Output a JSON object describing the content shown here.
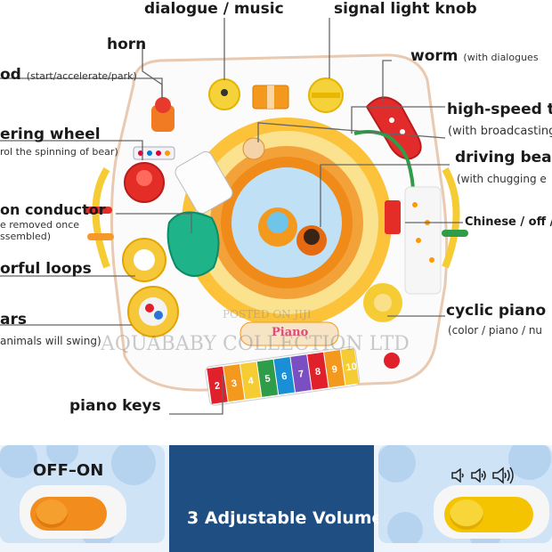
{
  "labels": {
    "dialogue_music": "dialogue / music",
    "signal_light_knob": "signal light knob",
    "horn": "horn",
    "worm": "worm",
    "worm_sub": "(with dialogues",
    "rod": "od",
    "rod_sub": "(start/accelerate/park)",
    "high_speed": "high-speed tra",
    "high_speed_sub": "(with broadcasting",
    "steering": "ering wheel",
    "steering_sub": "rol the spinning of bear)",
    "driving_bear": "driving bea",
    "driving_bear_sub": "(with chugging e",
    "conductor": "on conductor",
    "conductor_sub1": "e removed once",
    "conductor_sub2": "ssembled)",
    "language": "Chinese / off / E",
    "loops": "orful loops",
    "gears": "ars",
    "gears_sub": "animals will swing)",
    "cyclic_piano": "cyclic piano mo",
    "cyclic_piano_sub": "(color / piano / nu",
    "piano_keys": "piano keys"
  },
  "watermark": {
    "posted": "POSTED ON JIJI",
    "brand": "AQUABABY COLLECTION LTD"
  },
  "toy": {
    "piano_sign": "Piano",
    "keys": [
      "2",
      "3",
      "4",
      "5",
      "6",
      "7",
      "8",
      "9",
      "10"
    ]
  },
  "banner": {
    "off_on": "OFF–ON",
    "volume_title": "3 Adjustable Volume"
  },
  "colors": {
    "accent_orange": "#f39a1e",
    "banner_blue": "#1f4f82",
    "switch_orange": "#f28c1c",
    "switch_yellow": "#f5c400"
  }
}
